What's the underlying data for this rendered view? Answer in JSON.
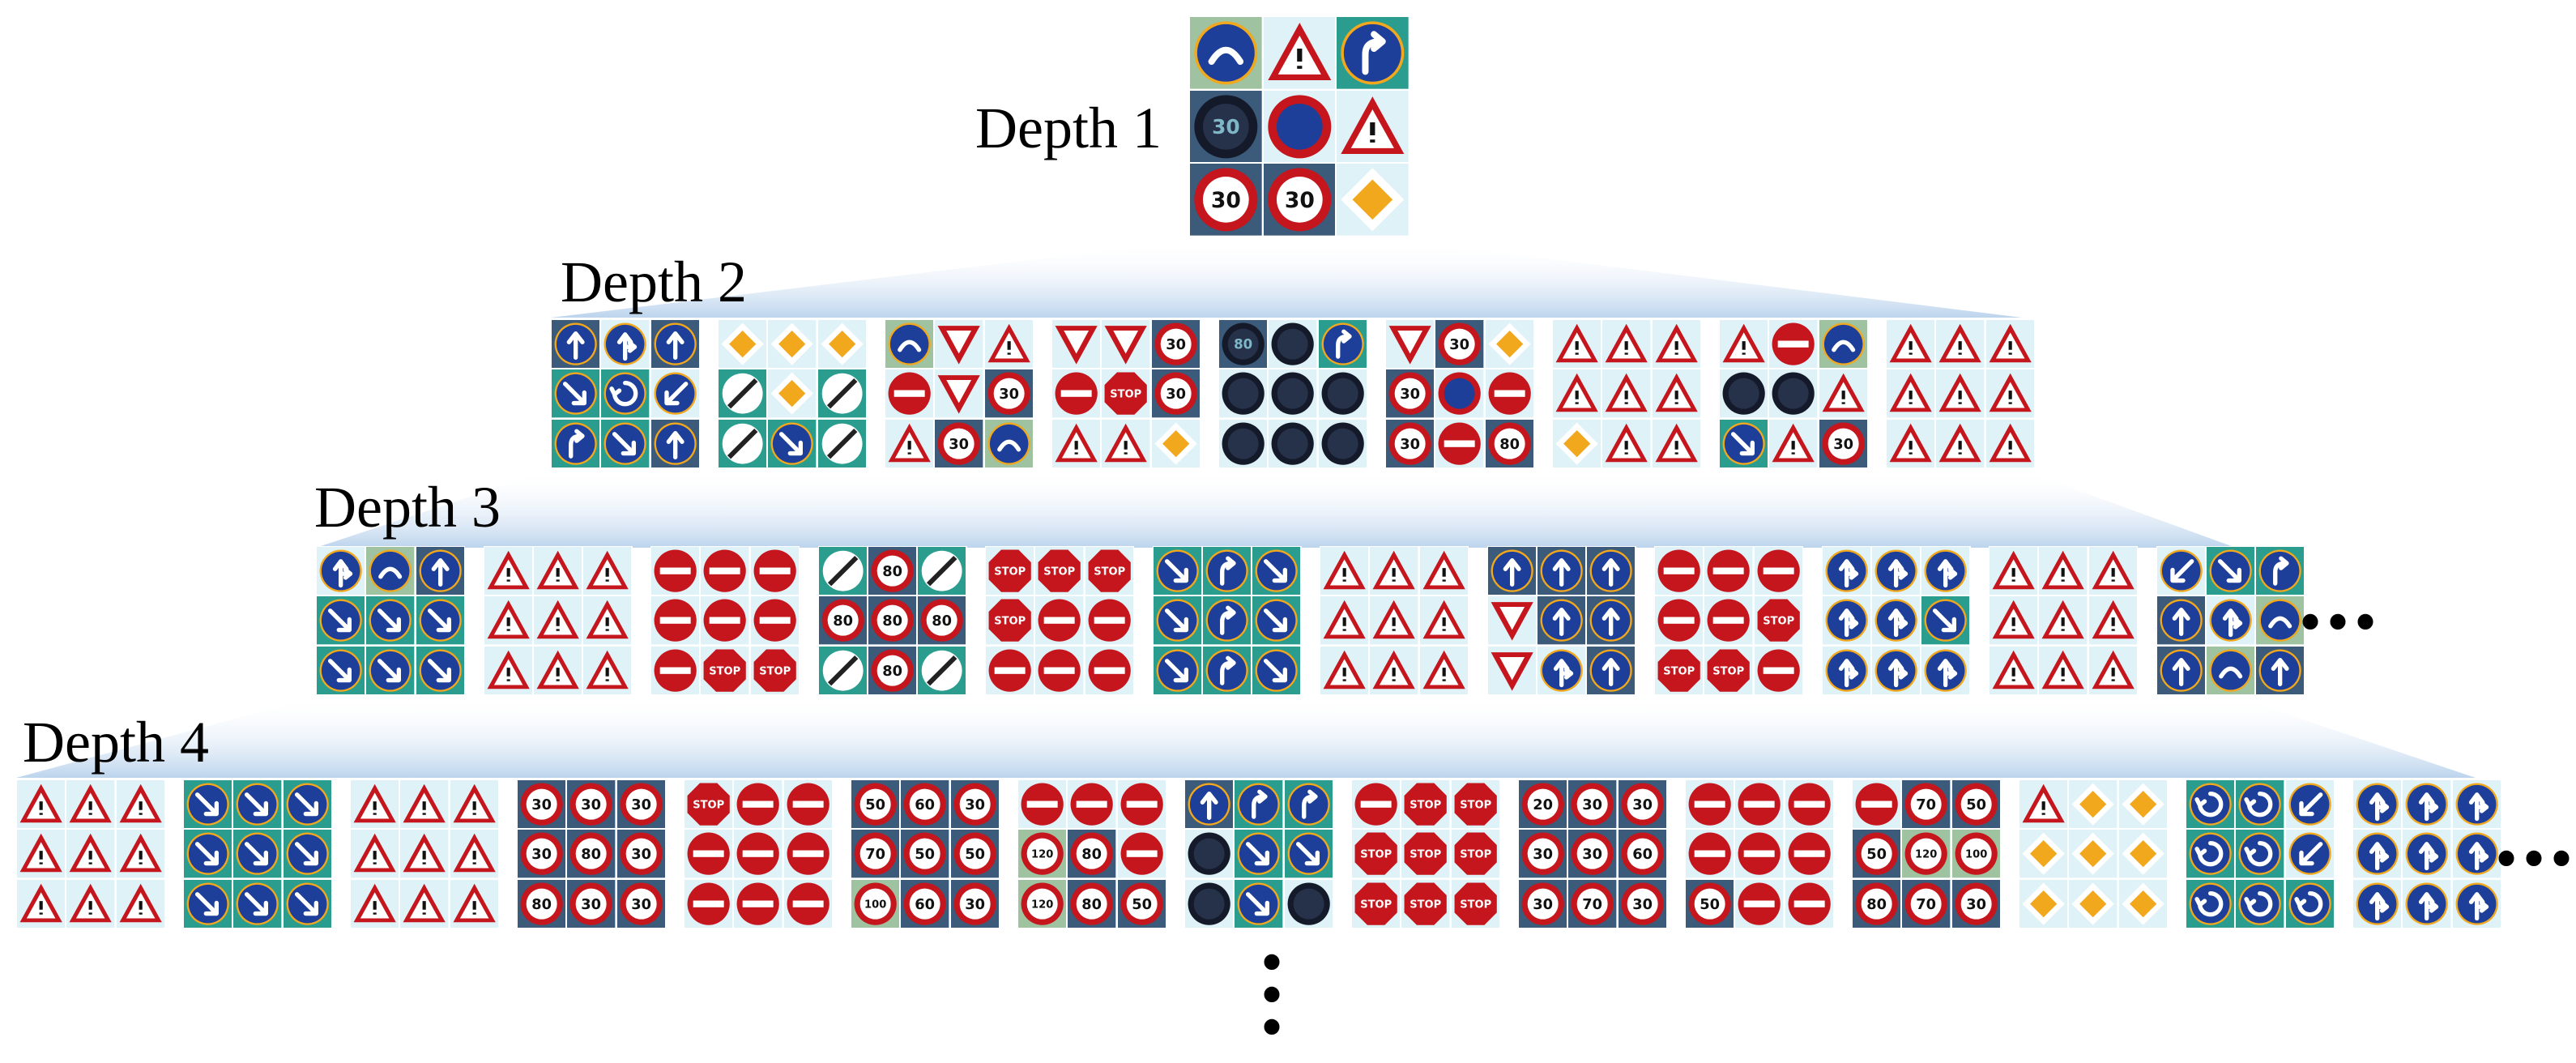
{
  "depth_labels": [
    "Depth 1",
    "Depth 2",
    "Depth 3",
    "Depth 4"
  ],
  "ellipsis_text": "•••",
  "vertical_ellipsis": "•\n•\n•",
  "colors": {
    "red": "#c4161c",
    "blue": "#1e3f99",
    "dark": "#141a2a",
    "yellow": "#f2a81d",
    "white": "#ffffff",
    "teal_bg": "#2a9d8f",
    "sky_bg": "#dff2f7",
    "wedge": "#c9dcf0"
  },
  "levels": [
    {
      "name": "depth-1",
      "grids": [
        [
          "tn:hwy",
          "tr:",
          "bl:curve",
          "dk:30",
          "cs:",
          "tr:",
          "rs:30",
          "rs:30",
          "dm:"
        ]
      ]
    },
    {
      "name": "depth-2",
      "grids": [
        [
          "bl:up",
          "bl:fork",
          "bl:up",
          "bl:right",
          "bl:round",
          "bl:left",
          "bl:curve",
          "bl:right",
          "bl:up"
        ],
        [
          "dm:",
          "dm:",
          "dm:",
          "end:",
          "dm:",
          "end:",
          "end:",
          "bl:right",
          "end:"
        ],
        [
          "bl:hwy",
          "yl:",
          "tr:",
          "ne:",
          "yl:",
          "rs:30",
          "tr:",
          "rs:30",
          "bl:hwy"
        ],
        [
          "yl:",
          "yl:",
          "rs:30",
          "ne:",
          "st:STOP",
          "rs:30",
          "tr:",
          "tr:",
          "dm:"
        ],
        [
          "dk:80",
          "dk:",
          "bl:curve",
          "dk:",
          "dk:",
          "dk:",
          "dk:",
          "dk:",
          "dk:"
        ],
        [
          "yl:",
          "rs:30",
          "dm:",
          "rs:30",
          "cs:",
          "ne:",
          "rs:30",
          "ne:",
          "rs:80"
        ],
        [
          "tr:",
          "tr:",
          "tr:",
          "tr:",
          "tr:",
          "tr:",
          "dm:",
          "tr:",
          "tr:"
        ],
        [
          "tr:",
          "ne:",
          "bl:hwy",
          "dk:",
          "dk:",
          "tr:",
          "bl:right",
          "tr:",
          "rs:30"
        ],
        [
          "tr:",
          "tr:",
          "tr:",
          "tr:",
          "tr:",
          "tr:",
          "tr:",
          "tr:",
          "tr:"
        ]
      ]
    },
    {
      "name": "depth-3",
      "grids": [
        [
          "bl:fork",
          "bl:hwy",
          "bl:up",
          "bl:right",
          "bl:right",
          "bl:right",
          "bl:right",
          "bl:right",
          "bl:right"
        ],
        [
          "tr:",
          "tr:",
          "tr:",
          "tr:",
          "tr:",
          "tr:",
          "tr:",
          "tr:",
          "tr:"
        ],
        [
          "ne:",
          "ne:",
          "ne:",
          "ne:",
          "ne:",
          "ne:",
          "ne:",
          "st:STOP",
          "st:STOP"
        ],
        [
          "end:",
          "rs:80",
          "end:",
          "rs:80",
          "rs:80",
          "rs:80",
          "end:",
          "rs:80",
          "end:"
        ],
        [
          "st:STOP",
          "st:STOP",
          "st:STOP",
          "st:STOP",
          "ne:",
          "ne:",
          "ne:",
          "ne:",
          "ne:"
        ],
        [
          "bl:right",
          "bl:curve",
          "bl:right",
          "bl:right",
          "bl:curve",
          "bl:right",
          "bl:right",
          "bl:curve",
          "bl:right"
        ],
        [
          "tr:",
          "tr:",
          "tr:",
          "tr:",
          "tr:",
          "tr:",
          "tr:",
          "tr:",
          "tr:"
        ],
        [
          "bl:up",
          "bl:up",
          "bl:up",
          "yl:",
          "bl:up",
          "bl:up",
          "yl:",
          "bl:fork",
          "bl:up"
        ],
        [
          "ne:",
          "ne:",
          "ne:",
          "ne:",
          "ne:",
          "st:STOP",
          "st:STOP",
          "st:STOP",
          "ne:"
        ],
        [
          "bl:fork",
          "bl:fork",
          "bl:fork",
          "bl:fork",
          "bl:fork",
          "bl:right",
          "bl:fork",
          "bl:fork",
          "bl:fork"
        ],
        [
          "tr:",
          "tr:",
          "tr:",
          "tr:",
          "tr:",
          "tr:",
          "tr:",
          "tr:",
          "tr:"
        ],
        [
          "bl:left",
          "bl:right",
          "bl:curve",
          "bl:up",
          "bl:fork",
          "bl:hwy",
          "bl:up",
          "bl:hwy",
          "bl:up"
        ]
      ]
    },
    {
      "name": "depth-4",
      "grids": [
        [
          "tr:",
          "tr:",
          "tr:",
          "tr:",
          "tr:",
          "tr:",
          "tr:",
          "tr:",
          "tr:"
        ],
        [
          "bl:right",
          "bl:right",
          "bl:right",
          "bl:right",
          "bl:right",
          "bl:right",
          "bl:right",
          "bl:right",
          "bl:right"
        ],
        [
          "tr:",
          "tr:",
          "tr:",
          "tr:",
          "tr:",
          "tr:",
          "tr:",
          "tr:",
          "tr:"
        ],
        [
          "rs:30",
          "rs:30",
          "rs:30",
          "rs:30",
          "rs:80",
          "rs:30",
          "rs:80",
          "rs:30",
          "rs:30"
        ],
        [
          "st:STOP",
          "ne:",
          "ne:",
          "ne:",
          "ne:",
          "ne:",
          "ne:",
          "ne:",
          "ne:"
        ],
        [
          "rs:50",
          "rs:60",
          "rs:30",
          "rs:70",
          "rs:50",
          "rs:50",
          "rs:100",
          "rs:60",
          "rs:30"
        ],
        [
          "ne:",
          "ne:",
          "ne:",
          "rs:120",
          "rs:80",
          "ne:",
          "rs:120",
          "rs:80",
          "rs:50"
        ],
        [
          "bl:up",
          "bl:curve",
          "bl:curve",
          "dk:",
          "bl:right",
          "bl:right",
          "dk:",
          "bl:right",
          "dk:"
        ],
        [
          "ne:",
          "st:STOP",
          "st:STOP",
          "st:STOP",
          "st:STOP",
          "st:STOP",
          "st:STOP",
          "st:STOP",
          "st:STOP"
        ],
        [
          "rs:20",
          "rs:30",
          "rs:30",
          "rs:30",
          "rs:30",
          "rs:60",
          "rs:30",
          "rs:70",
          "rs:30"
        ],
        [
          "ne:",
          "ne:",
          "ne:",
          "ne:",
          "ne:",
          "ne:",
          "rs:50",
          "ne:",
          "ne:"
        ],
        [
          "ne:",
          "rs:70",
          "rs:50",
          "rs:50",
          "rs:120",
          "rs:100",
          "rs:80",
          "rs:70",
          "rs:30"
        ],
        [
          "tr:",
          "dm:",
          "dm:",
          "dm:",
          "dm:",
          "dm:",
          "dm:",
          "dm:",
          "dm:"
        ],
        [
          "bl:round",
          "bl:round",
          "bl:left",
          "bl:round",
          "bl:round",
          "bl:left",
          "bl:round",
          "bl:round",
          "bl:round"
        ],
        [
          "bl:fork",
          "bl:fork",
          "bl:fork",
          "bl:fork",
          "bl:fork",
          "bl:fork",
          "bl:fork",
          "bl:fork",
          "bl:fork"
        ]
      ]
    }
  ]
}
